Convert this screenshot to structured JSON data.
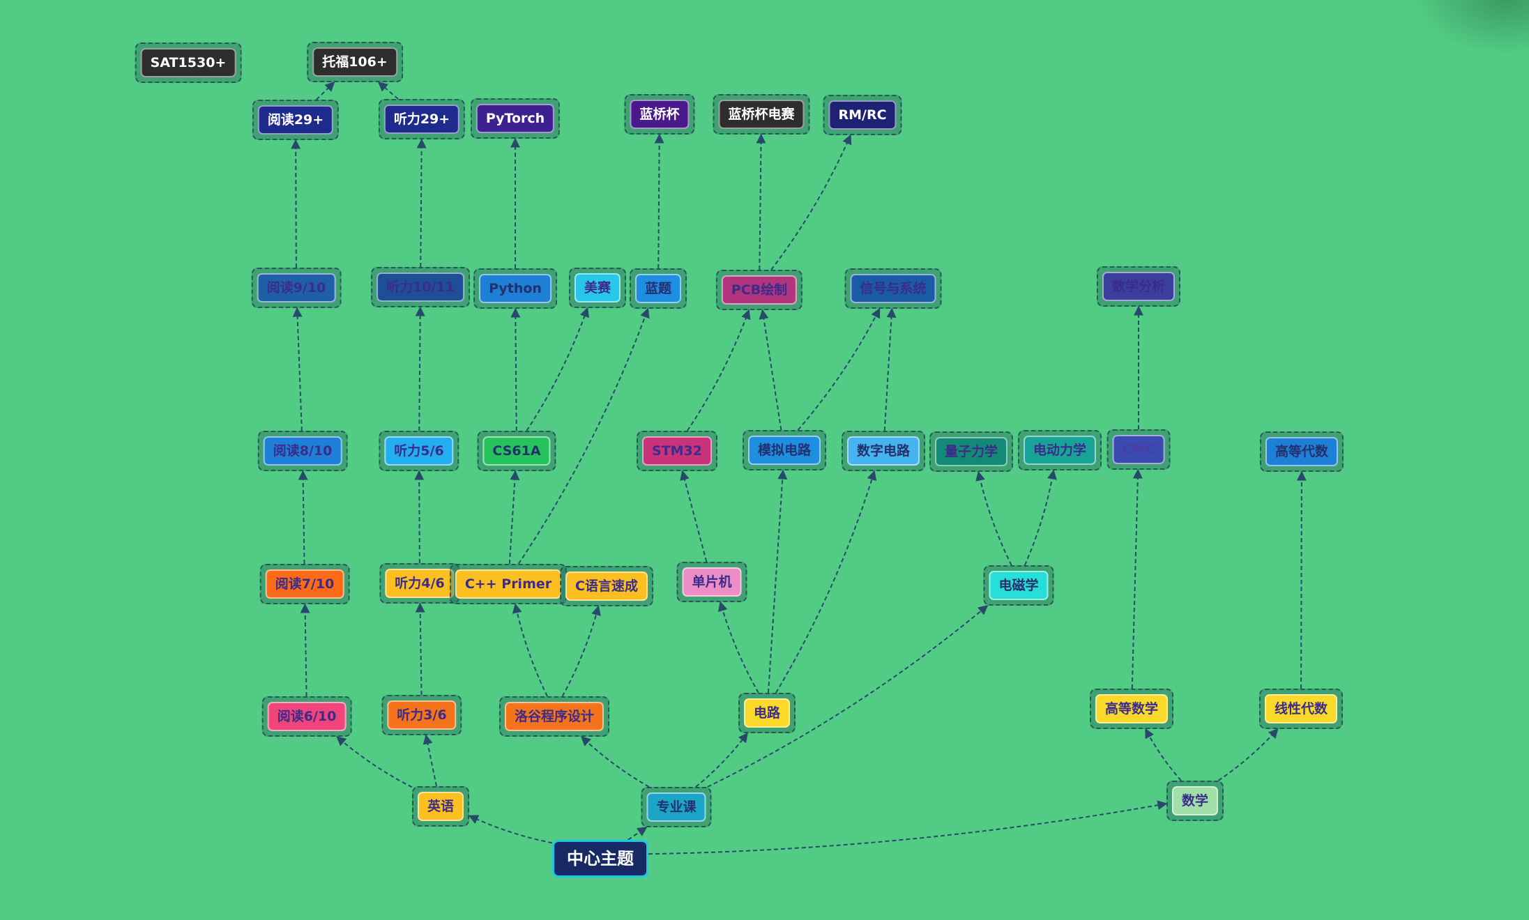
{
  "colors": {
    "background": "#52cc84",
    "edge": "#274a6b",
    "node_border": "#245a55"
  },
  "root": {
    "id": "root",
    "label": "中心主题",
    "bg": "#172a63",
    "fg": "#ffffff"
  },
  "nodes": [
    {
      "id": "sat",
      "label": "SAT1530+",
      "bg": "#2d2d2d",
      "fg": "#ffffff"
    },
    {
      "id": "toefl",
      "label": "托福106+",
      "bg": "#2d2d2d",
      "fg": "#ffffff"
    },
    {
      "id": "read29",
      "label": "阅读29+",
      "bg": "#1e2b8c",
      "fg": "#ffffff"
    },
    {
      "id": "listen29",
      "label": "听力29+",
      "bg": "#1e2b8c",
      "fg": "#ffffff"
    },
    {
      "id": "pytorch",
      "label": "PyTorch",
      "bg": "#3e2190",
      "fg": "#ffffff"
    },
    {
      "id": "lanqiao",
      "label": "蓝桥杯",
      "bg": "#4a1a8c",
      "fg": "#ffffff"
    },
    {
      "id": "lanqiao_elec",
      "label": "蓝桥杯电赛",
      "bg": "#2d2d2d",
      "fg": "#ffffff"
    },
    {
      "id": "rmrc",
      "label": "RM/RC",
      "bg": "#1e2275",
      "fg": "#ffffff"
    },
    {
      "id": "read9",
      "label": "阅读9/10",
      "bg": "#1f5fa8",
      "fg": "#3b2c8a"
    },
    {
      "id": "listen10",
      "label": "听力10/11",
      "bg": "#1d4e96",
      "fg": "#3b2c8a"
    },
    {
      "id": "python",
      "label": "Python",
      "bg": "#1d7fd6",
      "fg": "#24306e"
    },
    {
      "id": "meisai",
      "label": "美赛",
      "bg": "#28c6e8",
      "fg": "#3b2c8a"
    },
    {
      "id": "lanti",
      "label": "蓝题",
      "bg": "#1d8ee0",
      "fg": "#24306e"
    },
    {
      "id": "pcb",
      "label": "PCB绘制",
      "bg": "#b0357c",
      "fg": "#3b2c8a"
    },
    {
      "id": "signal",
      "label": "信号与系统",
      "bg": "#1b5aa6",
      "fg": "#3b2c8a"
    },
    {
      "id": "analysis",
      "label": "数学分析",
      "bg": "#3c3e9e",
      "fg": "#3b2c8a"
    },
    {
      "id": "read8",
      "label": "阅读8/10",
      "bg": "#1d7fd6",
      "fg": "#3b2c8a"
    },
    {
      "id": "listen56",
      "label": "听力5/6",
      "bg": "#23aef0",
      "fg": "#3b2c8a"
    },
    {
      "id": "cs61a",
      "label": "CS61A",
      "bg": "#26c35c",
      "fg": "#24306e"
    },
    {
      "id": "stm32",
      "label": "STM32",
      "bg": "#c8337a",
      "fg": "#3b2c8a"
    },
    {
      "id": "analog",
      "label": "模拟电路",
      "bg": "#1d8ee0",
      "fg": "#24306e"
    },
    {
      "id": "digital",
      "label": "数字电路",
      "bg": "#45b4ef",
      "fg": "#24306e"
    },
    {
      "id": "quantum",
      "label": "量子力学",
      "bg": "#138a76",
      "fg": "#3b2c8a"
    },
    {
      "id": "electrodyn",
      "label": "电动力学",
      "bg": "#17a496",
      "fg": "#3b2c8a"
    },
    {
      "id": "cmc",
      "label": "CMC",
      "bg": "#3a4ab0",
      "fg": "#4a3fa0"
    },
    {
      "id": "highalg",
      "label": "高等代数",
      "bg": "#1d7fd6",
      "fg": "#24306e"
    },
    {
      "id": "read7",
      "label": "阅读7/10",
      "bg": "#fb6a17",
      "fg": "#3b2c8a"
    },
    {
      "id": "listen46",
      "label": "听力4/6",
      "bg": "#fbbf22",
      "fg": "#3b2c8a"
    },
    {
      "id": "cpp",
      "label": "C++ Primer",
      "bg": "#fbbf22",
      "fg": "#3b2c8a"
    },
    {
      "id": "cquick",
      "label": "C语言速成",
      "bg": "#fbbf22",
      "fg": "#3b2c8a"
    },
    {
      "id": "mcu",
      "label": "单片机",
      "bg": "#ec8dc6",
      "fg": "#3b2c8a"
    },
    {
      "id": "em",
      "label": "电磁学",
      "bg": "#26e0d8",
      "fg": "#24306e"
    },
    {
      "id": "read6",
      "label": "阅读6/10",
      "bg": "#f0447a",
      "fg": "#3b2c8a"
    },
    {
      "id": "listen36",
      "label": "听力3/6",
      "bg": "#f5731a",
      "fg": "#3b2c8a"
    },
    {
      "id": "luogu",
      "label": "洛谷程序设计",
      "bg": "#f5731a",
      "fg": "#3b2c8a"
    },
    {
      "id": "circuit",
      "label": "电路",
      "bg": "#fbd92a",
      "fg": "#3b2c8a"
    },
    {
      "id": "highmath",
      "label": "高等数学",
      "bg": "#fbd92a",
      "fg": "#3b2c8a"
    },
    {
      "id": "linalg",
      "label": "线性代数",
      "bg": "#fbd92a",
      "fg": "#3b2c8a"
    },
    {
      "id": "english",
      "label": "英语",
      "bg": "#fbbf22",
      "fg": "#3b2c8a"
    },
    {
      "id": "major",
      "label": "专业课",
      "bg": "#1ba6c8",
      "fg": "#24306e"
    },
    {
      "id": "math",
      "label": "数学",
      "bg": "#a0dfa8",
      "fg": "#3b2c8a"
    }
  ],
  "edges": [
    [
      "root",
      "english"
    ],
    [
      "root",
      "major"
    ],
    [
      "root",
      "math"
    ],
    [
      "english",
      "read6"
    ],
    [
      "english",
      "listen36"
    ],
    [
      "read6",
      "read7"
    ],
    [
      "read7",
      "read8"
    ],
    [
      "read8",
      "read9"
    ],
    [
      "read9",
      "read29"
    ],
    [
      "read29",
      "toefl"
    ],
    [
      "listen36",
      "listen46"
    ],
    [
      "listen46",
      "listen56"
    ],
    [
      "listen56",
      "listen10"
    ],
    [
      "listen10",
      "listen29"
    ],
    [
      "listen29",
      "toefl"
    ],
    [
      "major",
      "luogu"
    ],
    [
      "major",
      "circuit"
    ],
    [
      "major",
      "em"
    ],
    [
      "luogu",
      "cpp"
    ],
    [
      "luogu",
      "cquick"
    ],
    [
      "cpp",
      "cs61a"
    ],
    [
      "cs61a",
      "python"
    ],
    [
      "python",
      "pytorch"
    ],
    [
      "cs61a",
      "meisai"
    ],
    [
      "cpp",
      "lanti"
    ],
    [
      "lanti",
      "lanqiao"
    ],
    [
      "circuit",
      "mcu"
    ],
    [
      "circuit",
      "analog"
    ],
    [
      "circuit",
      "digital"
    ],
    [
      "mcu",
      "stm32"
    ],
    [
      "stm32",
      "pcb"
    ],
    [
      "analog",
      "pcb"
    ],
    [
      "pcb",
      "lanqiao_elec"
    ],
    [
      "pcb",
      "rmrc"
    ],
    [
      "analog",
      "signal"
    ],
    [
      "digital",
      "signal"
    ],
    [
      "em",
      "quantum"
    ],
    [
      "em",
      "electrodyn"
    ],
    [
      "math",
      "highmath"
    ],
    [
      "math",
      "linalg"
    ],
    [
      "highmath",
      "cmc"
    ],
    [
      "cmc",
      "analysis"
    ],
    [
      "linalg",
      "highalg"
    ]
  ]
}
